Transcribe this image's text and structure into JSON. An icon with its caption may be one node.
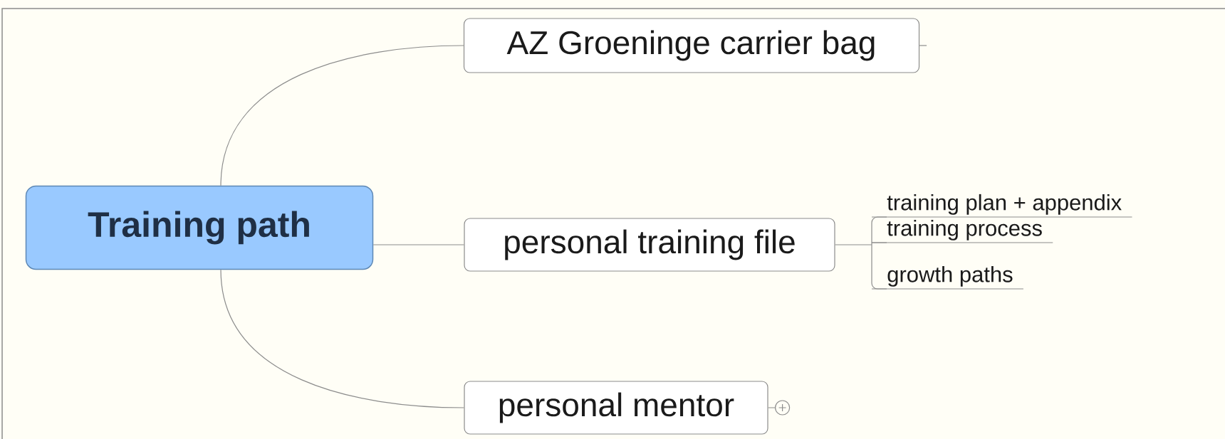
{
  "diagram": {
    "nodes": [
      {
        "text": [
          "Training path"
        ]
      },
      {
        "text": [
          "AZ Groeninge carrier bag"
        ]
      },
      {
        "text": [
          "personal training file"
        ]
      },
      {
        "text": [
          "training plan + appendix"
        ]
      },
      {
        "text": [
          "training process"
        ]
      },
      {
        "text": [
          "growth paths"
        ]
      },
      {
        "text": [
          "personal mentor"
        ]
      }
    ],
    "edges": [
      {
        "from": 0,
        "to": 1,
        "arrow": "none"
      },
      {
        "from": 0,
        "to": 2,
        "arrow": "none"
      },
      {
        "from": 0,
        "to": 6,
        "arrow": "none"
      },
      {
        "from": 2,
        "to": 3,
        "arrow": "none"
      },
      {
        "from": 2,
        "to": 4,
        "arrow": "none"
      },
      {
        "from": 2,
        "to": 5,
        "arrow": "none"
      }
    ]
  }
}
